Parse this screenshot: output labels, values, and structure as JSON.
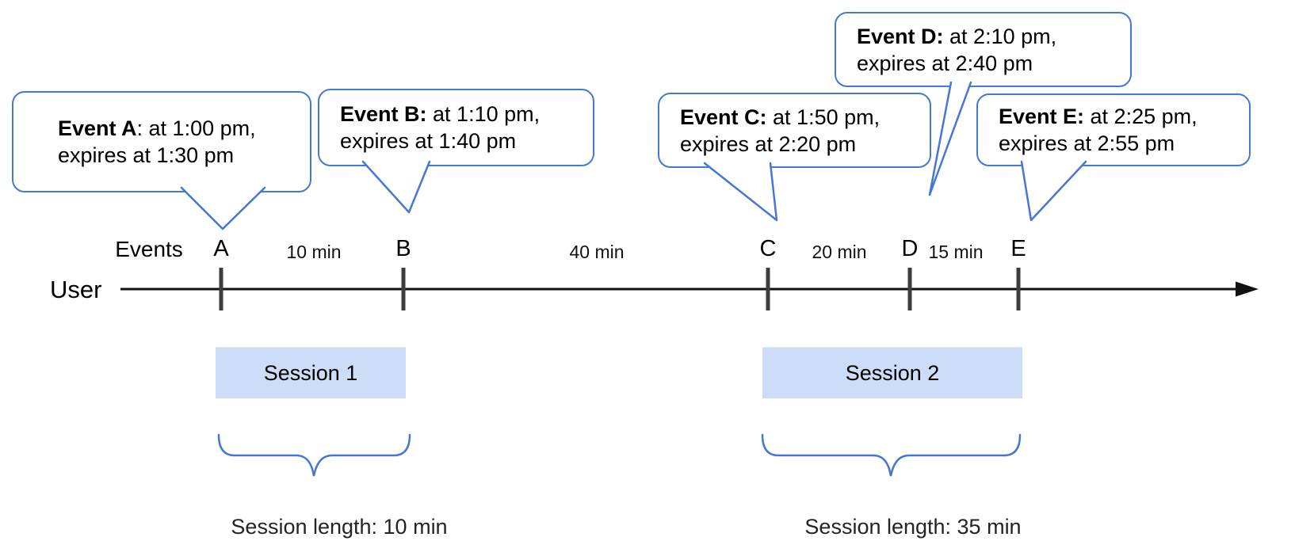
{
  "colors": {
    "accent_blue": "#4478d4",
    "session_fill": "#cdddf7",
    "timeline_line": "#111111",
    "tick_gray": "#3d3d3d",
    "text_black": "#000000"
  },
  "timeline": {
    "user_label": "User",
    "events_label": "Events"
  },
  "markers": [
    {
      "letter": "A"
    },
    {
      "letter": "B"
    },
    {
      "letter": "C"
    },
    {
      "letter": "D"
    },
    {
      "letter": "E"
    }
  ],
  "gaps": [
    "10 min",
    "40 min",
    "20 min",
    "15 min"
  ],
  "bubbles": [
    {
      "bold": "Event A",
      "rest": ": at 1:00 pm,",
      "line2": "expires at 1:30 pm"
    },
    {
      "bold": "Event B:",
      "rest": " at 1:10 pm,",
      "line2": "expires at 1:40 pm"
    },
    {
      "bold": "Event C:",
      "rest": " at 1:50 pm,",
      "line2": "expires at 2:20 pm"
    },
    {
      "bold": "Event D:",
      "rest": " at 2:10 pm,",
      "line2": "expires at 2:40 pm"
    },
    {
      "bold": "Event E:",
      "rest": " at 2:25 pm,",
      "line2": "expires at 2:55 pm"
    }
  ],
  "sessions": [
    {
      "label": "Session 1",
      "length": "Session length: 10 min"
    },
    {
      "label": "Session 2",
      "length": "Session length: 35 min"
    }
  ]
}
